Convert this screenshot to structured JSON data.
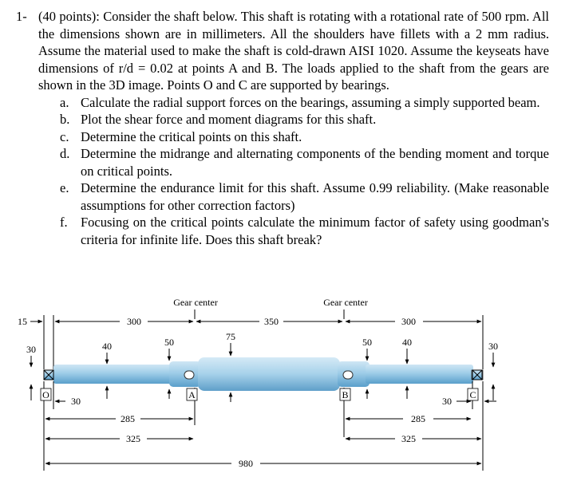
{
  "problem": {
    "number": "1-",
    "statement": "(40 points): Consider the shaft below. This shaft is rotating with a rotational rate of 500 rpm. All the dimensions shown are in millimeters. All the shoulders have fillets with a 2 mm radius. Assume the material used to make the shaft is cold-drawn AISI 1020. Assume the keyseats have dimensions of r/d = 0.02 at points A and B. The loads applied to the shaft from the gears are shown in the 3D image. Points O and C are supported by bearings.",
    "parts": [
      {
        "label": "a.",
        "text": "Calculate the radial support forces on the bearings, assuming a simply supported beam."
      },
      {
        "label": "b.",
        "text": "Plot the shear force and moment diagrams for this shaft."
      },
      {
        "label": "c.",
        "text": "Determine the critical points on this shaft."
      },
      {
        "label": "d.",
        "text": "Determine the midrange and alternating components of the bending moment and torque on critical points."
      },
      {
        "label": "e.",
        "text": "Determine the endurance limit for this shaft. Assume 0.99 reliability. (Make reasonable assumptions for other correction factors)"
      },
      {
        "label": "f.",
        "text": "Focusing on the critical points calculate the minimum factor of safety using goodman's criteria for infinite life. Does this shaft break?"
      }
    ]
  },
  "figure": {
    "gear_center_left": "Gear center",
    "gear_center_right": "Gear center",
    "dims": {
      "d15": "15",
      "d300_left": "300",
      "d350": "350",
      "d300_right": "300",
      "d30_left_dia": "30",
      "d40_left": "40",
      "d50_left": "50",
      "d75": "75",
      "d50_right": "50",
      "d40_right": "40",
      "d30_right_dia": "30",
      "d30_left_len": "30",
      "d30_right_len": "30",
      "d285_left": "285",
      "d285_right": "285",
      "d325_left": "325",
      "d325_right": "325",
      "d980": "980"
    },
    "points": {
      "O": "O",
      "A": "A",
      "B": "B",
      "C": "C"
    }
  }
}
